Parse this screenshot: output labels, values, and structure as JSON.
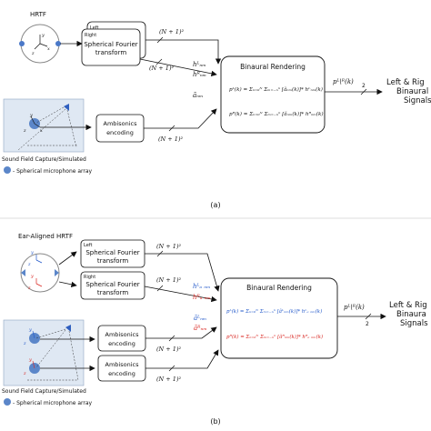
{
  "panel_a": {
    "hrtf_label": "HRTF",
    "box_left_tag": "Left",
    "box_right_tag": "Right",
    "sft_label_1": "Spherical Fourier",
    "sft_label_2": "transform",
    "order_top": "(N + 1)²",
    "order_mid": "(N + 1)²",
    "order_bottom": "(N + 1)²",
    "h_left": "hᴸₙₘ",
    "h_right": "hᴿₙₘ",
    "a_nm": "ãₙₘ",
    "binaural_title": "Binaural Rendering",
    "eq_left": "pᴸ(k) = Σₙ₌₀ᴺ Σₘ₌₋ₙⁿ [ãₙₘ(k)]* hᴸₙₘ(k)",
    "eq_right": "pᴿ(k) = Σₙ₌₀ᴺ Σₘ₌₋ₙⁿ [ãₙₘ(k)]* hᴿₙₘ(k)",
    "output_symbol": "pᴸ\\ᴿ(k)",
    "output_count": "2",
    "output_text_1": "Left & Rig",
    "output_text_2": "Binaural",
    "output_text_3": "Signals",
    "ambisonics_1": "Ambisonics",
    "ambisonics_2": "encoding",
    "capture_label": "Sound Field Capture/Simulated",
    "legend_label": "- Spherical microphone array",
    "caption": "(a)"
  },
  "panel_b": {
    "hrtf_label": "Ear-Aligned HRTF",
    "box_left_tag": "Left",
    "box_right_tag": "Right",
    "sft_label_1": "Spherical Fourier",
    "sft_label_2": "transform",
    "order_1": "(N + 1)²",
    "order_2": "(N + 1)²",
    "order_3": "(N + 1)²",
    "order_4": "(N + 1)²",
    "h_left": "hᴸₐ ₙₘ",
    "h_right": "hᴿₐ ₙₘ",
    "a_left": "ãᴸₙₘ",
    "a_right": "ãᴿₙₘ",
    "binaural_title": "Binaural Rendering",
    "eq_left": "pᴸ(k) = Σₙ₌₀ᴺ Σₘ₌₋ₙⁿ [ãᴸₙₘ(k)]* hᴸₐ ₙₘ(k)",
    "eq_right": "pᴿ(k) = Σₙ₌₀ᴺ Σₘ₌₋ₙⁿ [ãᴿₙₘ(k)]* hᴿₐ ₙₘ(k)",
    "output_symbol": "pᴸ\\ᴿ(k)",
    "output_count": "2",
    "output_text_1": "Left & Rig",
    "output_text_2": "Binaura",
    "output_text_3": "Signals",
    "ambisonics_1": "Ambisonics",
    "ambisonics_2": "encoding",
    "capture_label": "Sound Field Capture/Simulated",
    "legend_label": "- Spherical microphone array",
    "caption": "(b)"
  },
  "colors": {
    "blue": "#1f56c9",
    "red": "#d8231e",
    "capture_bg": "#dfe8f3",
    "mic": "#5b86c9"
  }
}
